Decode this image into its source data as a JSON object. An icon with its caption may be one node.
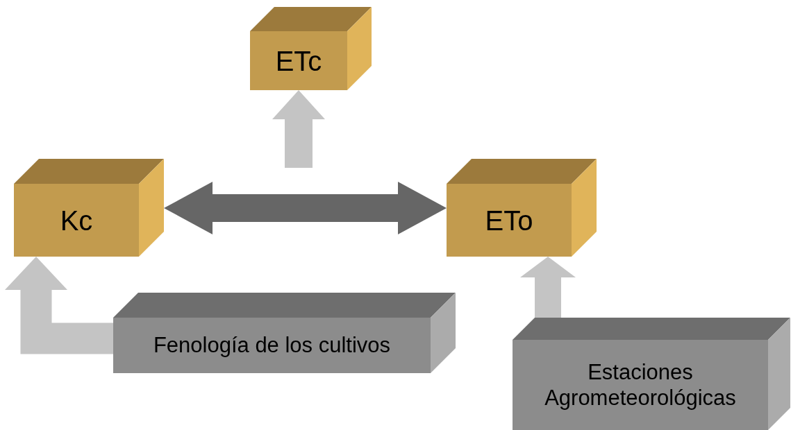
{
  "diagram": {
    "nodes": [
      {
        "text": [
          "ETc"
        ]
      },
      {
        "text": [
          "Kc"
        ]
      },
      {
        "text": [
          "ETo"
        ]
      },
      {
        "text": [
          "Fenología de los cultivos"
        ]
      },
      {
        "text": [
          "Estaciones Agrometeorológicas"
        ]
      }
    ],
    "edges": [
      {
        "from": 3,
        "to": 1,
        "arrow": "to"
      },
      {
        "from": 4,
        "to": 2,
        "arrow": "to"
      },
      {
        "from": null,
        "to": 0,
        "arrow": "to"
      },
      {
        "from": 1,
        "to": 2,
        "arrow": "both",
        "color": "#666666"
      }
    ]
  }
}
